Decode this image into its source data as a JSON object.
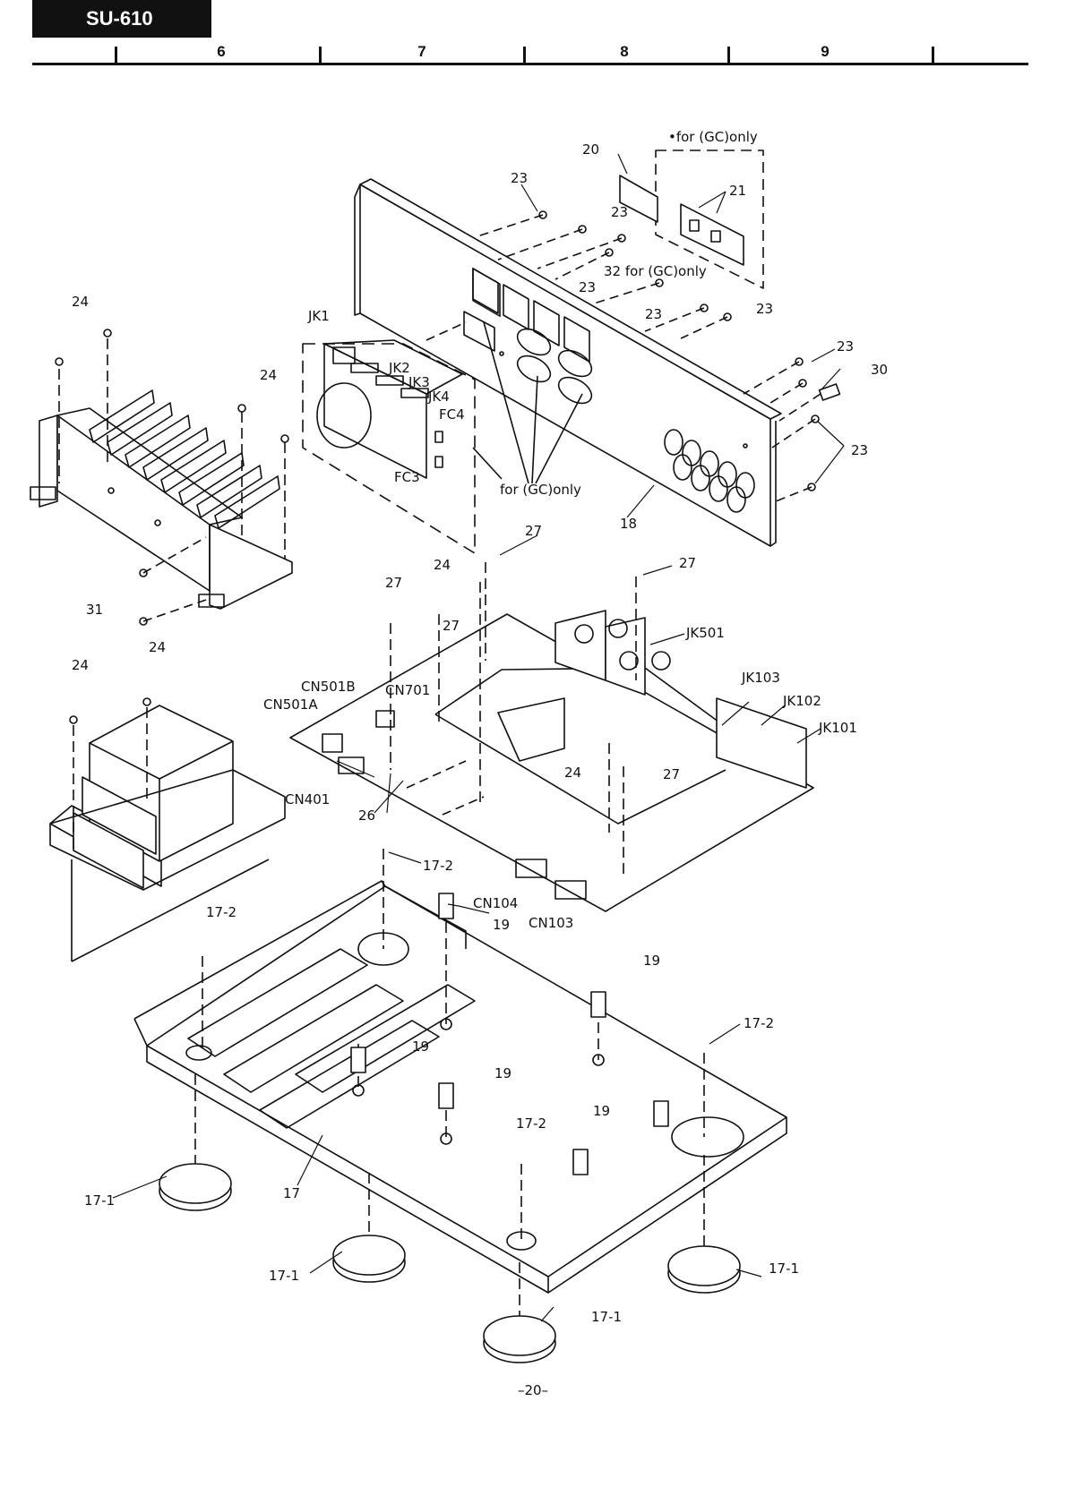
{
  "header": {
    "model": "SU-610",
    "columns": [
      "6",
      "7",
      "8",
      "9"
    ]
  },
  "callouts": {
    "gc_only_top": "•for (GC)only",
    "gc_only_mid": "for (GC)only",
    "part_32": "32 for (GC)only",
    "n20": "20",
    "n21": "21",
    "n23": "23",
    "n30": "30",
    "n18": "18",
    "n24": "24",
    "n31": "31",
    "n27": "27",
    "n26": "26",
    "n17": "17",
    "n17_1": "17-1",
    "n17_2": "17-2",
    "n19": "19",
    "jk1": "JK1",
    "jk2": "JK2",
    "jk3": "JK3",
    "jk4": "JK4",
    "fc4": "FC4",
    "fc3": "FC3",
    "jk501": "JK501",
    "jk103": "JK103",
    "jk102": "JK102",
    "jk101": "JK101",
    "cn501b": "CN501B",
    "cn501a": "CN501A",
    "cn701": "CN701",
    "cn401": "CN401",
    "cn104": "CN104",
    "cn103": "CN103"
  },
  "footer": {
    "page": "–20–"
  }
}
